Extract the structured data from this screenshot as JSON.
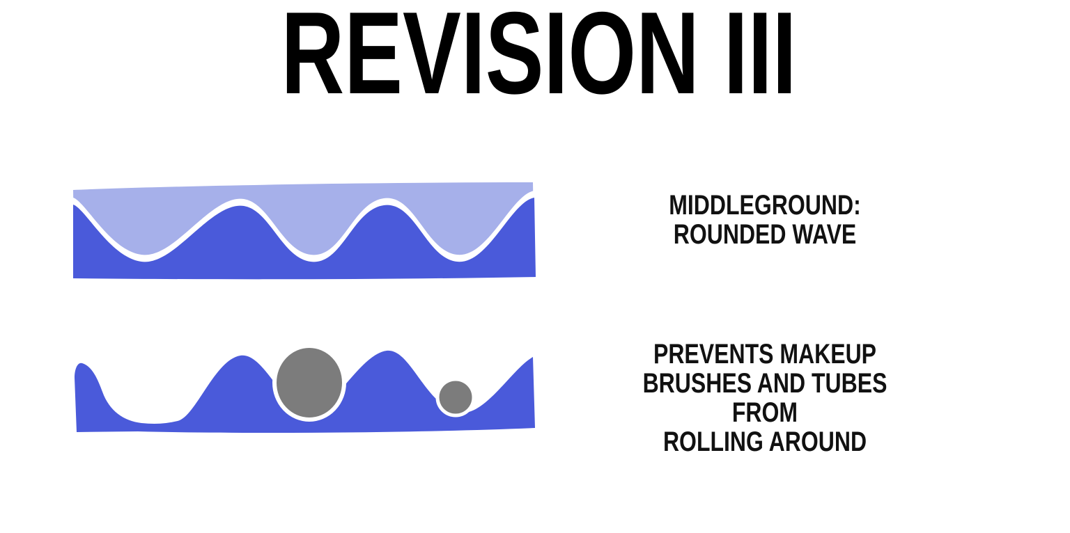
{
  "slide": {
    "title": "REVISION III",
    "background": "#ffffff"
  },
  "captions": [
    {
      "lines": [
        "MIDDLEGROUND:",
        "ROUNDED WAVE"
      ]
    },
    {
      "lines": [
        "PREVENTS MAKEUP",
        "BRUSHES AND TUBES FROM",
        "ROLLING AROUND"
      ]
    }
  ],
  "illustrations": [
    {
      "name": "rounded-wave-sample",
      "label": "rounded wave strip with periwinkle backdrop and white outline"
    },
    {
      "name": "wave-holding-objects-sample",
      "label": "blue wave with large and small gray round objects resting in valleys"
    }
  ],
  "colors": {
    "title_black": "#000000",
    "caption_black": "#111111",
    "wave_blue": "#4a5ada",
    "periwinkle": "#a6b0ea",
    "outline_white": "#ffffff",
    "object_gray": "#7c7c7c"
  }
}
